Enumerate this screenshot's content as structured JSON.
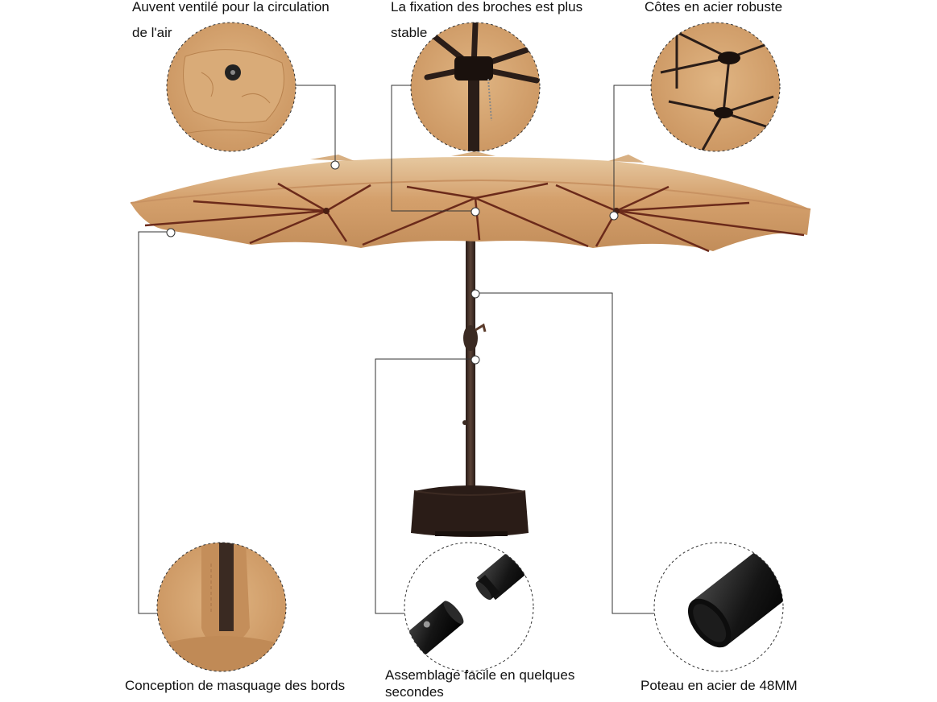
{
  "callouts": {
    "vent": "Auvent ventilé pour la circulation",
    "vent_line2": "de l'air",
    "pins": "La fixation des broches est plus",
    "pins_line2": "stable",
    "ribs": "Côtes en acier robuste",
    "edges": "Conception de masquage des bords",
    "assembly": "Assemblage facile en quelques",
    "assembly_line2": "secondes",
    "pole": "Poteau en acier de 48MM"
  },
  "colors": {
    "canopy": "#d4a06c",
    "canopy_top": "#e2c39a",
    "canopy_shadow": "#b9834f",
    "ribs": "#6b2a1a",
    "pole": "#3a2a22",
    "base": "#2a1c17",
    "connector": "#333333"
  }
}
